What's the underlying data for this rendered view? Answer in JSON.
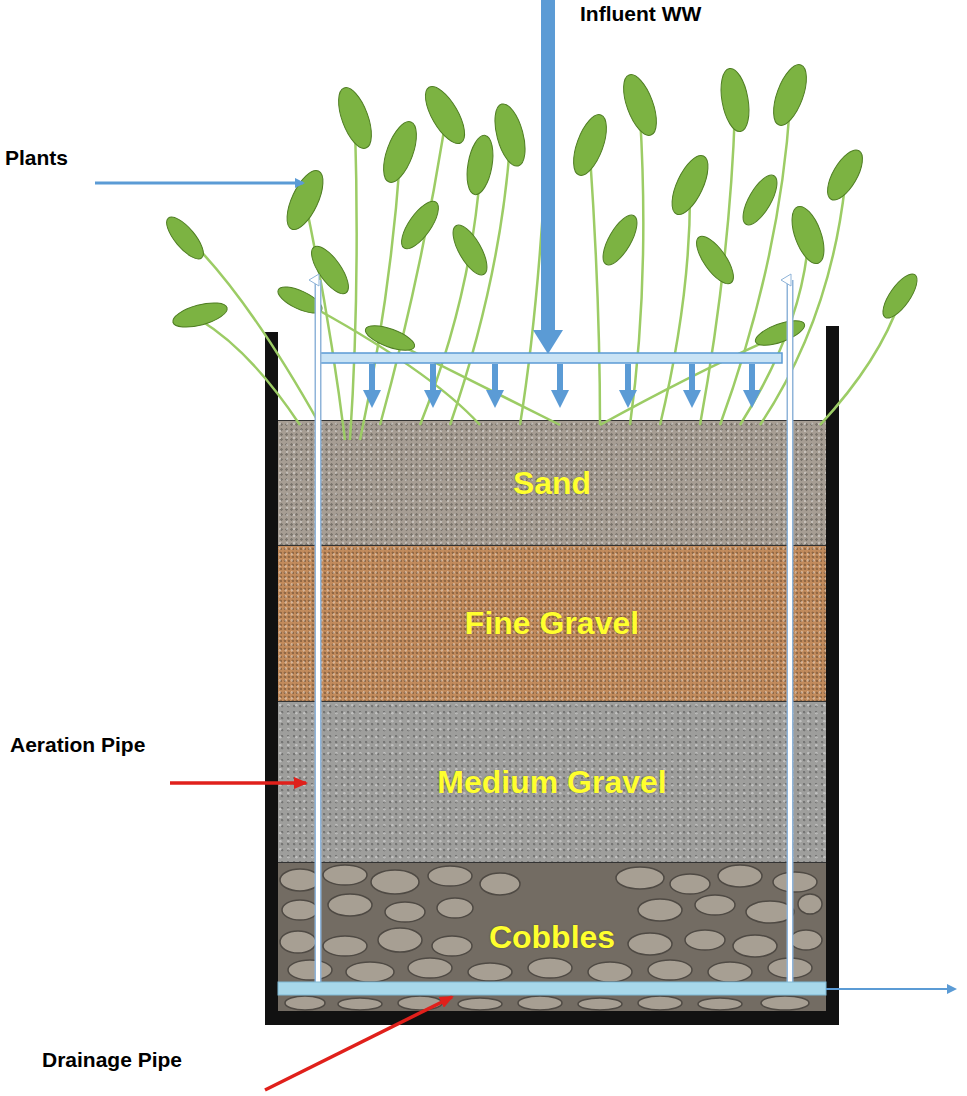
{
  "diagram": {
    "nodes": [
      {
        "text": [
          "Sand"
        ]
      },
      {
        "text": [
          "Fine Gravel"
        ]
      },
      {
        "text": [
          "Medium Gravel"
        ]
      },
      {
        "text": [
          "Cobbles"
        ]
      }
    ],
    "labels": [
      "Influent WW",
      "Plants",
      "Aeration Pipe",
      "Drainage Pipe"
    ]
  }
}
